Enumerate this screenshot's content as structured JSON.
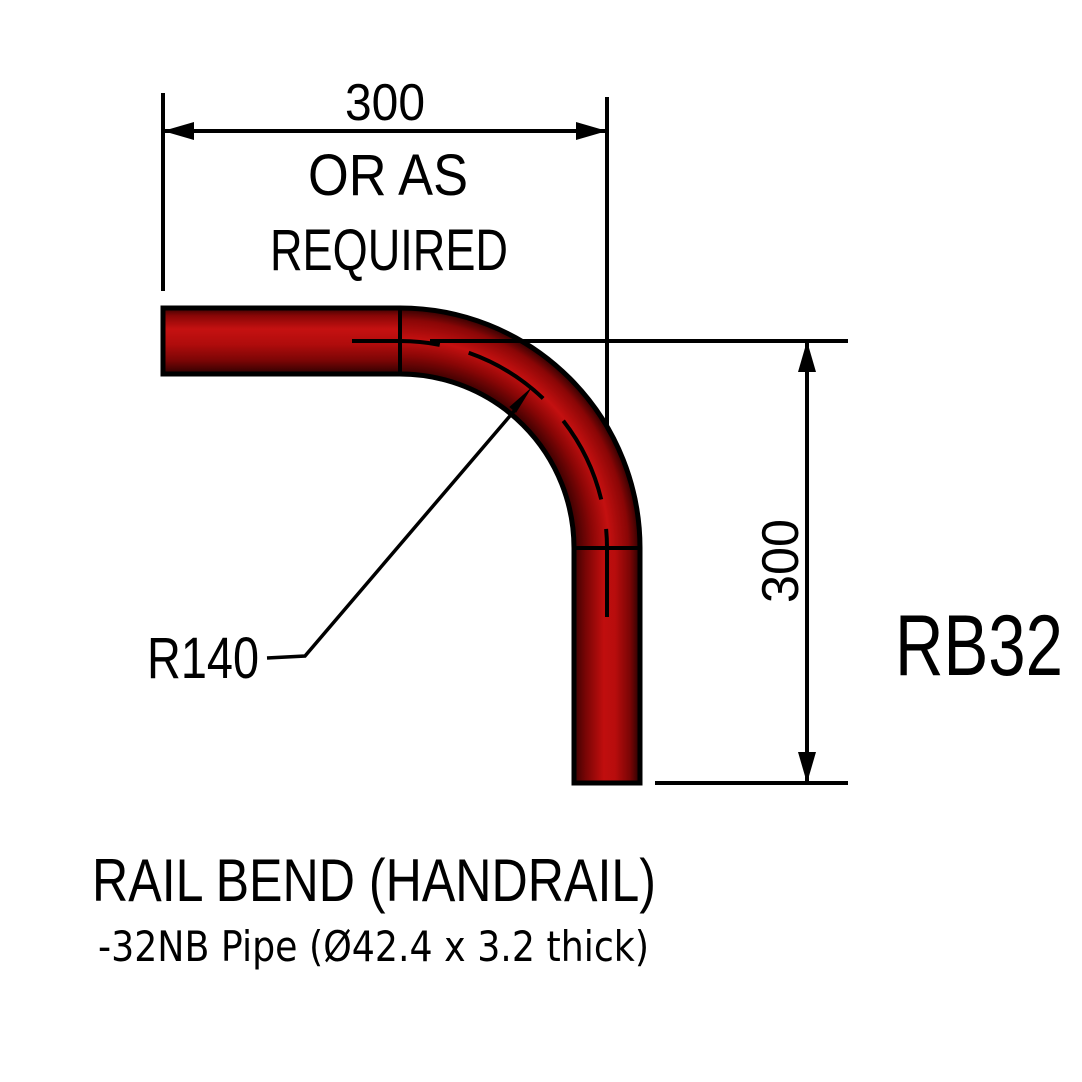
{
  "drawing": {
    "part_code": "RB32",
    "title": "RAIL BEND (HANDRAIL)",
    "subtitle": "-32NB Pipe (Ø42.4 x 3.2 thick)",
    "dims": {
      "horizontal": {
        "value": "300",
        "note1": "OR AS",
        "note2": "REQUIRED"
      },
      "vertical": {
        "value": "300"
      },
      "radius": {
        "label": "R140"
      }
    },
    "pipe": {
      "color_main": "#b00c0c",
      "color_bright": "#c51111",
      "color_dark": "#3a0101",
      "outline_color": "#000000"
    },
    "background": "#ffffff"
  }
}
